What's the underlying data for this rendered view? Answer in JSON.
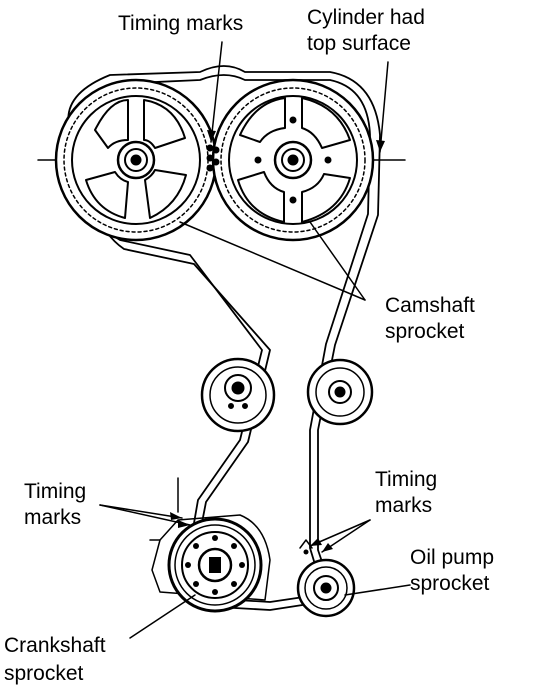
{
  "labels": {
    "timing_marks_top": "Timing marks",
    "cylinder_line1": "Cylinder  had",
    "cylinder_line2": "top surface",
    "camshaft_line1": "Camshaft",
    "camshaft_line2": "sprocket",
    "timing_marks_left_line1": "Timing",
    "timing_marks_left_line2": "marks",
    "timing_marks_right_line1": "Timing",
    "timing_marks_right_line2": "marks",
    "oil_pump_line1": "Oil pump",
    "oil_pump_line2": "sprocket",
    "crankshaft_line1": "Crankshaft",
    "crankshaft_line2": "sprocket"
  },
  "colors": {
    "ink": "#000000",
    "paper": "#ffffff"
  }
}
